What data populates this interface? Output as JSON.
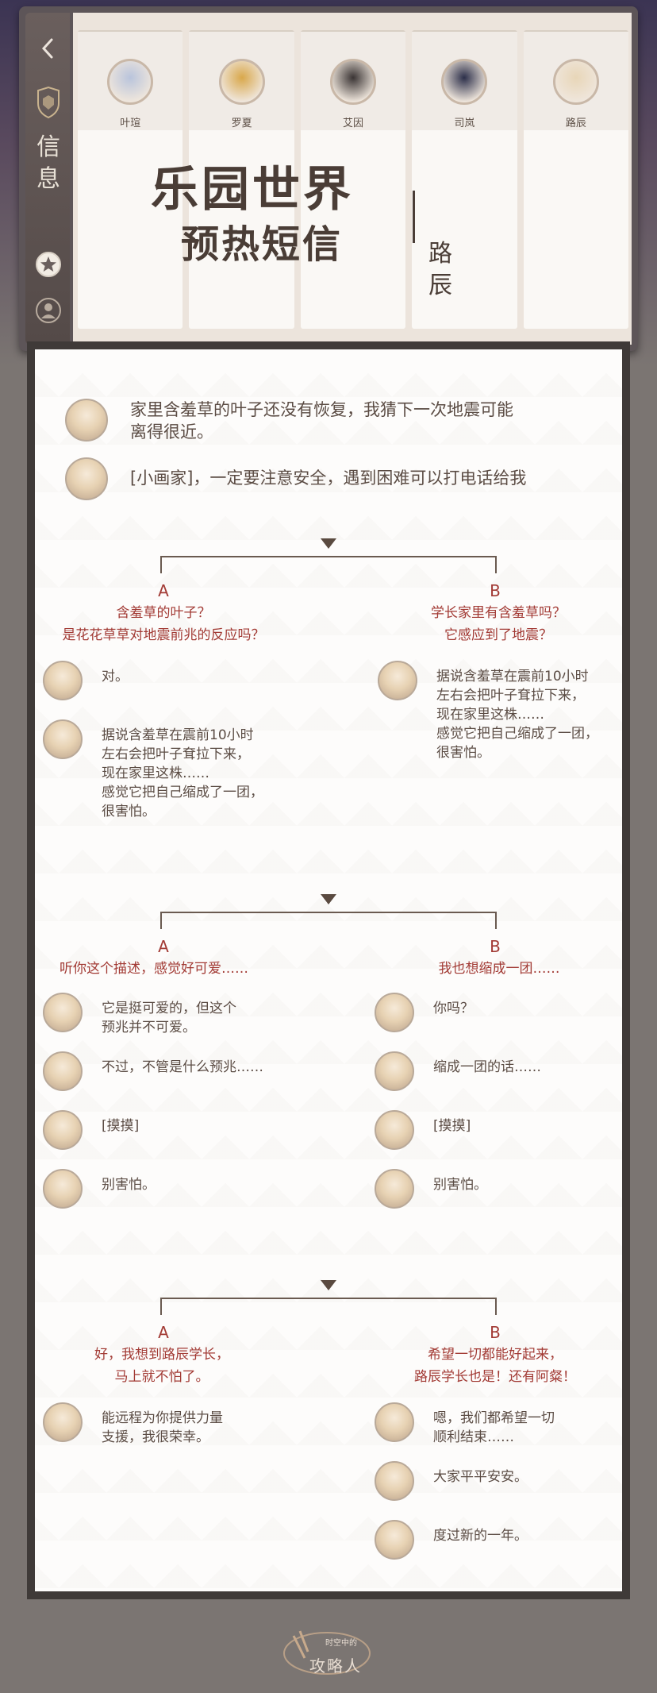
{
  "sidebar": {
    "title": "信息"
  },
  "contacts": [
    {
      "name": "叶瑄",
      "color": "#b9c4dc"
    },
    {
      "name": "罗夏",
      "color": "#d9a84b"
    },
    {
      "name": "艾因",
      "color": "#3a3434"
    },
    {
      "name": "司岚",
      "color": "#2c2f4a"
    },
    {
      "name": "路辰",
      "color": "#e8d6b8"
    }
  ],
  "poster": {
    "title": "乐园世界",
    "subtitle": "预热短信",
    "signature": "路辰"
  },
  "intro": {
    "messages": [
      "家里含羞草的叶子还没有恢复，我猜下一次地震可能\n离得很近。",
      "[小画家]，一定要注意安全，遇到困难可以打电话给我"
    ]
  },
  "round1": {
    "a_letter": "A",
    "b_letter": "B",
    "a_text": "含羞草的叶子？\n是花花草草对地震前兆的反应吗？",
    "b_text": "学长家里有含羞草吗？\n它感应到了地震？",
    "a_replies": [
      "对。",
      "据说含羞草在震前10小时\n左右会把叶子耷拉下来，\n现在家里这株……\n感觉它把自己缩成了一团，\n很害怕。"
    ],
    "b_replies": [
      "据说含羞草在震前10小时\n左右会把叶子耷拉下来，\n现在家里这株……\n感觉它把自己缩成了一团，\n很害怕。"
    ]
  },
  "round2": {
    "a_letter": "A",
    "b_letter": "B",
    "a_text": "听你这个描述，感觉好可爱……",
    "b_text": "我也想缩成一团……",
    "a_replies": [
      "它是挺可爱的，但这个\n预兆并不可爱。",
      "不过，不管是什么预兆……",
      "[摸摸]",
      "别害怕。"
    ],
    "b_replies": [
      "你吗？",
      "缩成一团的话……",
      "[摸摸]",
      "别害怕。"
    ]
  },
  "round3": {
    "a_letter": "A",
    "b_letter": "B",
    "a_text": "好，我想到路辰学长，\n马上就不怕了。",
    "b_text": "希望一切都能好起来，\n路辰学长也是！还有阿粲！",
    "a_replies": [
      "能远程为你提供力量\n支援，我很荣幸。"
    ],
    "b_replies": [
      "嗯，我们都希望一切\n顺利结束……",
      "大家平平安安。",
      "度过新的一年。"
    ]
  },
  "logo": {
    "small": "时空中的",
    "main": "攻略人"
  },
  "colors": {
    "accent": "#a23a34",
    "text": "#5b4c44",
    "frame": "#3f3a38"
  }
}
